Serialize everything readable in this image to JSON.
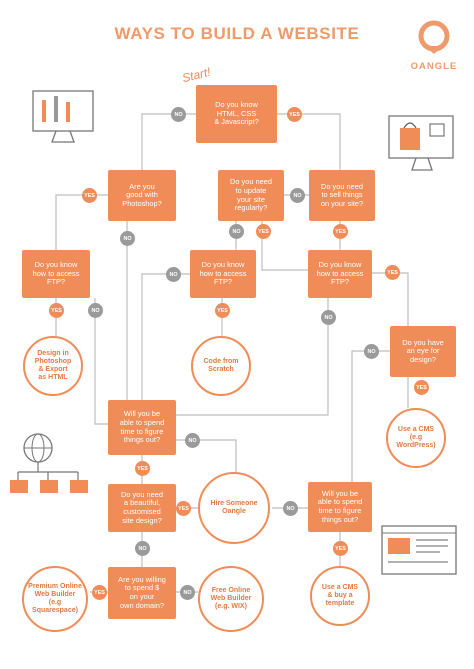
{
  "title": "WAYS TO BUILD A WEBSITE",
  "logo": {
    "text": "OANGLE"
  },
  "start_label": "Start!",
  "colors": {
    "accent": "#f08c58",
    "no_badge": "#9a9a9a",
    "line": "#bdbdbd"
  },
  "badges": {
    "yes": "YES",
    "no": "NO"
  },
  "nodes": {
    "q_know_html": "Do you know\nHTML, CSS\n& Javascript?",
    "q_photoshop": "Are you\ngood with\nPhotoshop?",
    "q_update": "Do you need\nto update\nyour site\nregularly?",
    "q_sell": "Do you need\nto sell things\non your site?",
    "q_ftp_left": "Do you know\nhow to access\nFTP?",
    "q_ftp_mid": "Do you know\nhow to access\nFTP?",
    "q_ftp_right": "Do you know\nhow to access\nFTP?",
    "q_eye": "Do you have\nan eye for\ndesign?",
    "q_spend_left": "Will you be\nable to spend\ntime to figure\nthings out?",
    "q_beautiful": "Do you need\na beautiful,\ncustomised\nsite design?",
    "q_spend_right": "Will you be\nable to spend\ntime to figure\nthings out?",
    "q_domain": "Are you willing\nto spend $\non your\nown domain?",
    "r_design_ps": "Design in\nPhotoshop\n& Export\nas HTML",
    "r_code": "Code from\nScratch",
    "r_cms_wp": "Use a CMS\n(e.g WordPress)",
    "r_hire": "Hire Someone\nOangle",
    "r_cms_template": "Use a CMS\n& buy a\ntemplate",
    "r_premium": "Premium Online\nWeb Builder\n(e.g Squarespace)",
    "r_free": "Free Online\nWeb Builder\n(e.g. WIX)"
  }
}
